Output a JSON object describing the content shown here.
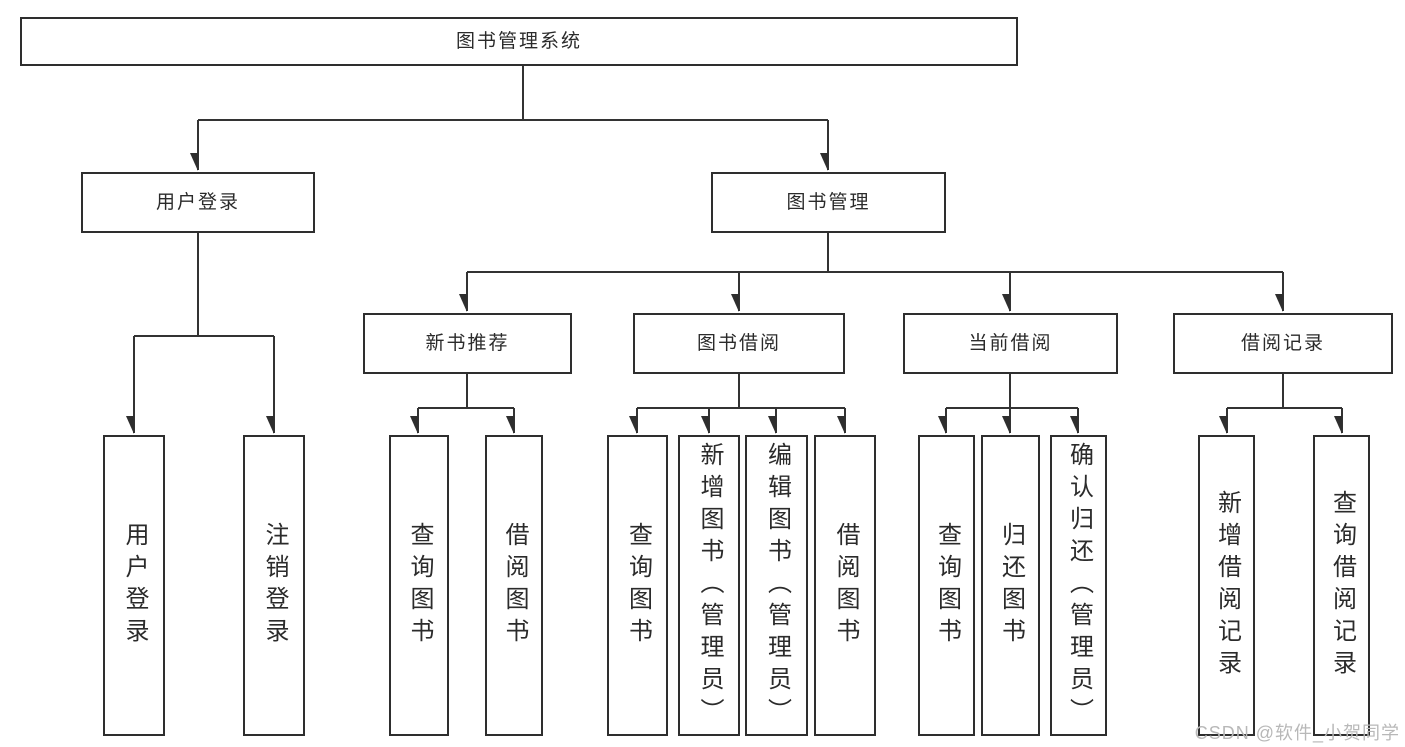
{
  "diagram": {
    "title": "图书管理系统",
    "branches": [
      {
        "label": "用户登录",
        "children": [
          {
            "label": "用户登录"
          },
          {
            "label": "注销登录"
          }
        ]
      },
      {
        "label": "图书管理",
        "children": [
          {
            "label": "新书推荐",
            "children": [
              {
                "label": "查询图书"
              },
              {
                "label": "借阅图书"
              }
            ]
          },
          {
            "label": "图书借阅",
            "children": [
              {
                "label": "查询图书"
              },
              {
                "label": "新增图书（管理员）"
              },
              {
                "label": "编辑图书（管理员）"
              },
              {
                "label": "借阅图书"
              }
            ]
          },
          {
            "label": "当前借阅",
            "children": [
              {
                "label": "查询图书"
              },
              {
                "label": "归还图书"
              },
              {
                "label": "确认归还（管理员）"
              }
            ]
          },
          {
            "label": "借阅记录",
            "children": [
              {
                "label": "新增借阅记录"
              },
              {
                "label": "查询借阅记录"
              }
            ]
          }
        ]
      }
    ]
  },
  "watermark": {
    "text": "CSDN @软件_小贺同学"
  },
  "colors": {
    "border": "#2e2e2e",
    "line": "#333333",
    "text": "#2b2b2b",
    "watermark": "#b8b8b8",
    "background": "#ffffff"
  }
}
